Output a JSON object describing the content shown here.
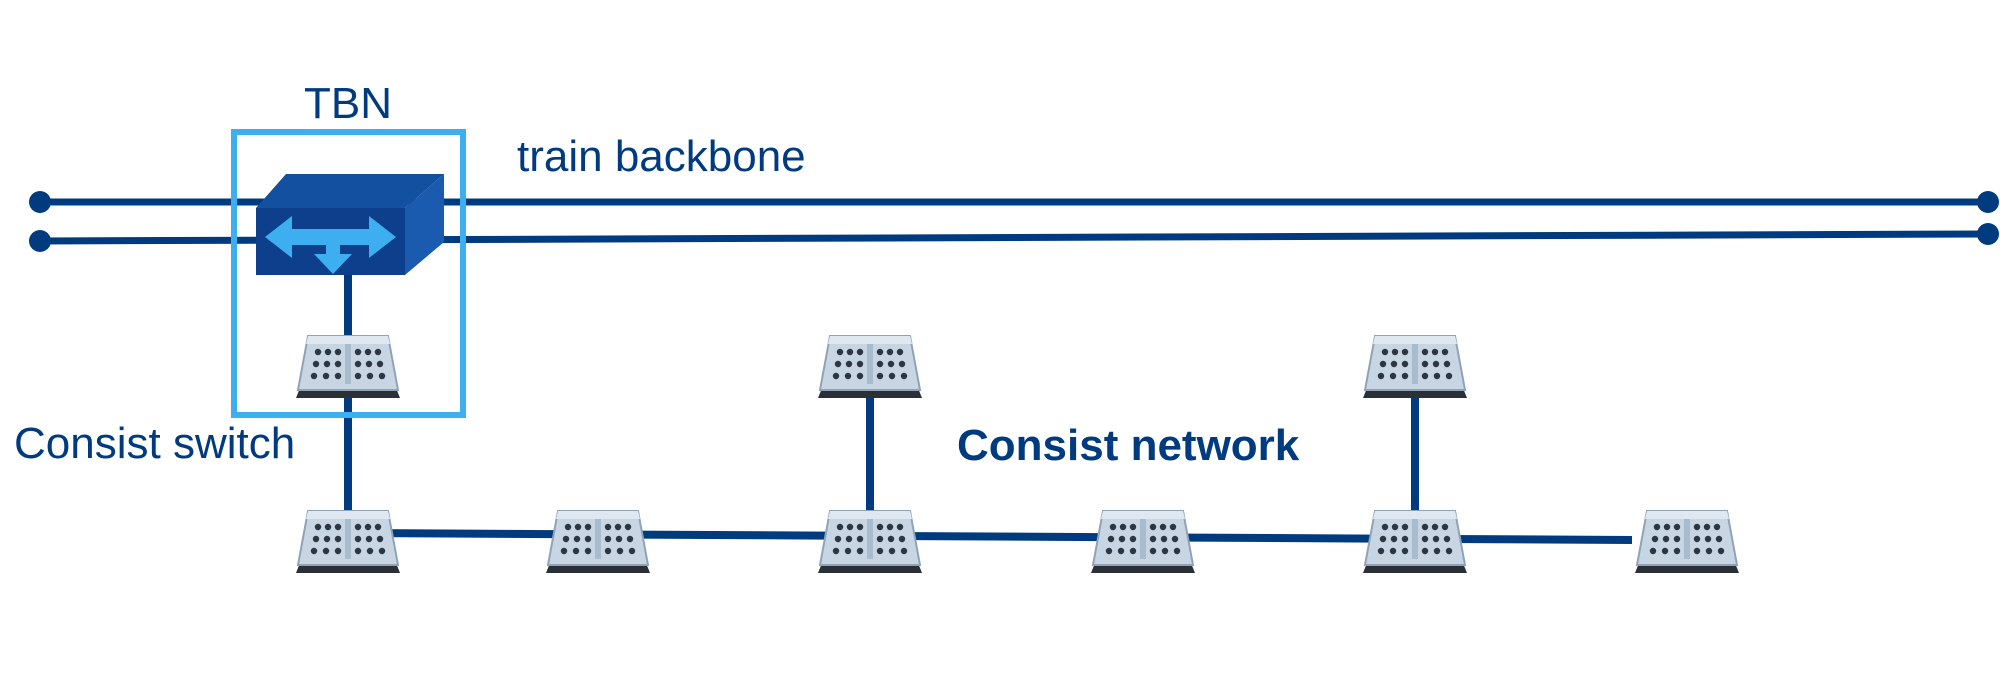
{
  "labels": {
    "tbn": "TBN",
    "train_backbone": "train backbone",
    "consist_switch": "Consist switch",
    "consist_network": "Consist network"
  },
  "colors": {
    "line": "#003a7f",
    "highlight": "#3daef0",
    "router_front": "#0d3f8c",
    "router_top": "#1450a0",
    "router_side": "#1a5bb0",
    "arrow": "#3daef0",
    "switch_body": "#c8d5e2",
    "switch_base": "#2a3036"
  },
  "icons": {
    "router": "tbn-router-icon",
    "switch": "ethernet-switch-icon"
  }
}
